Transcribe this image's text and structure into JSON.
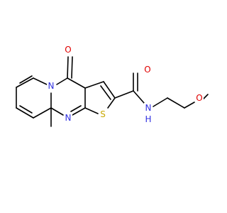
{
  "molecule": {
    "colors": {
      "bond": "#000000",
      "N": "#3030e0",
      "O": "#e00000",
      "S": "#c8a800",
      "H": "#3030e0"
    },
    "labels": {
      "n_ring": "N",
      "n_pyrimidine": "N",
      "o_ketone": "O",
      "s_thiophene": "S",
      "o_amide": "O",
      "nh_amide": "N",
      "h_amide": "H",
      "o_ether": "O"
    }
  }
}
